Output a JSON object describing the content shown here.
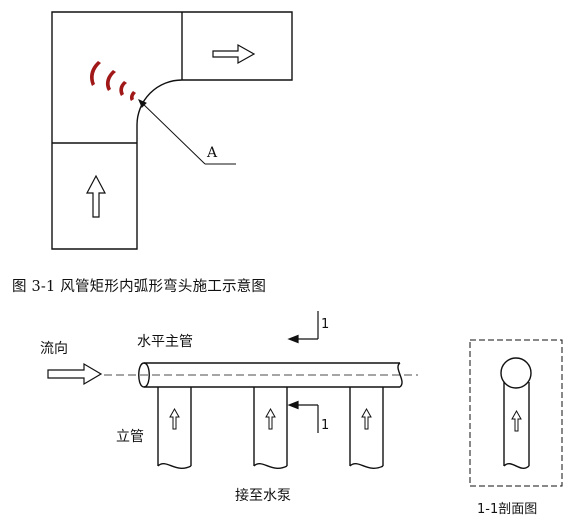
{
  "figure1": {
    "caption": "图 3-1 风管矩形内弧形弯头施工示意图",
    "label_a": "A",
    "accent_color": "#a01818",
    "icons": [
      "right-arrow-icon",
      "up-arrow-icon",
      "arc-wave-marks"
    ]
  },
  "figure2": {
    "flow_label": "流向",
    "main_pipe_label": "水平主管",
    "riser_label": "立管",
    "pump_label": "接至水泵",
    "section_number_top": "1",
    "section_number_bottom": "1",
    "section_title": "1-1剖面图"
  }
}
